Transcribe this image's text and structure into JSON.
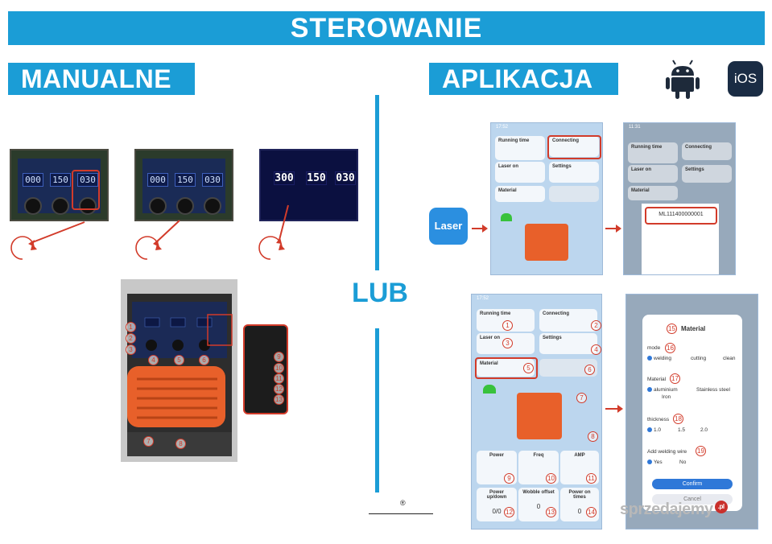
{
  "header": {
    "title": "STEROWANIE"
  },
  "sections": {
    "manual": "MANUALNE",
    "app": "APLIKACJA",
    "or": "LUB"
  },
  "platforms": {
    "ios_label": "iOS"
  },
  "devices": [
    {
      "displays": [
        "000",
        "150",
        "030"
      ]
    },
    {
      "displays": [
        "000",
        "150",
        "030"
      ]
    },
    {
      "displays": [
        "300",
        "150",
        "030"
      ]
    }
  ],
  "app": {
    "logo_label": "Laser",
    "screen": {
      "time": "17:52",
      "running_time": "Running time",
      "connecting": "Connecting",
      "laser_on": "Laser on",
      "settings": "Settings",
      "material": "Material",
      "power": "Power",
      "freq": "Freq",
      "amp": "AMP",
      "power_updown": "Power up/down",
      "wobble_offset": "Wobble offset",
      "power_on_times": "Power on times",
      "power_updown_value": "0/0",
      "wobble_value": "0",
      "power_on_value": "0"
    },
    "connect_screen": {
      "time": "11:31",
      "device_id": "ML111400000001"
    },
    "numbers": [
      "1",
      "2",
      "3",
      "4",
      "5",
      "6",
      "7",
      "8",
      "9",
      "10",
      "11",
      "12",
      "13",
      "14"
    ],
    "dialog": {
      "number": "15",
      "title": "Material",
      "mode_label": "mode",
      "mode_number": "16",
      "modes": [
        "welding",
        "cutting",
        "clean"
      ],
      "material_label": "Material",
      "material_number": "17",
      "materials": [
        "aluminium",
        "Stainless steel",
        "Iron"
      ],
      "thickness_label": "thickness",
      "thickness_number": "18",
      "thickness": [
        "1.0",
        "1.5",
        "2.0"
      ],
      "wire_label": "Add welding wire",
      "wire_number": "19",
      "wire_options": [
        "Yes",
        "No"
      ],
      "confirm": "Confirm",
      "cancel": "Cancel"
    }
  },
  "machine_numbers": [
    "1",
    "2",
    "3",
    "4",
    "5",
    "6",
    "7",
    "8",
    "9",
    "10",
    "11",
    "12",
    "13"
  ],
  "footer": {
    "reg": "®",
    "watermark": "sprzedajemy",
    "watermark_tld": ".pl"
  },
  "colors": {
    "accent": "#1b9dd6",
    "callout": "#d23b2a"
  }
}
